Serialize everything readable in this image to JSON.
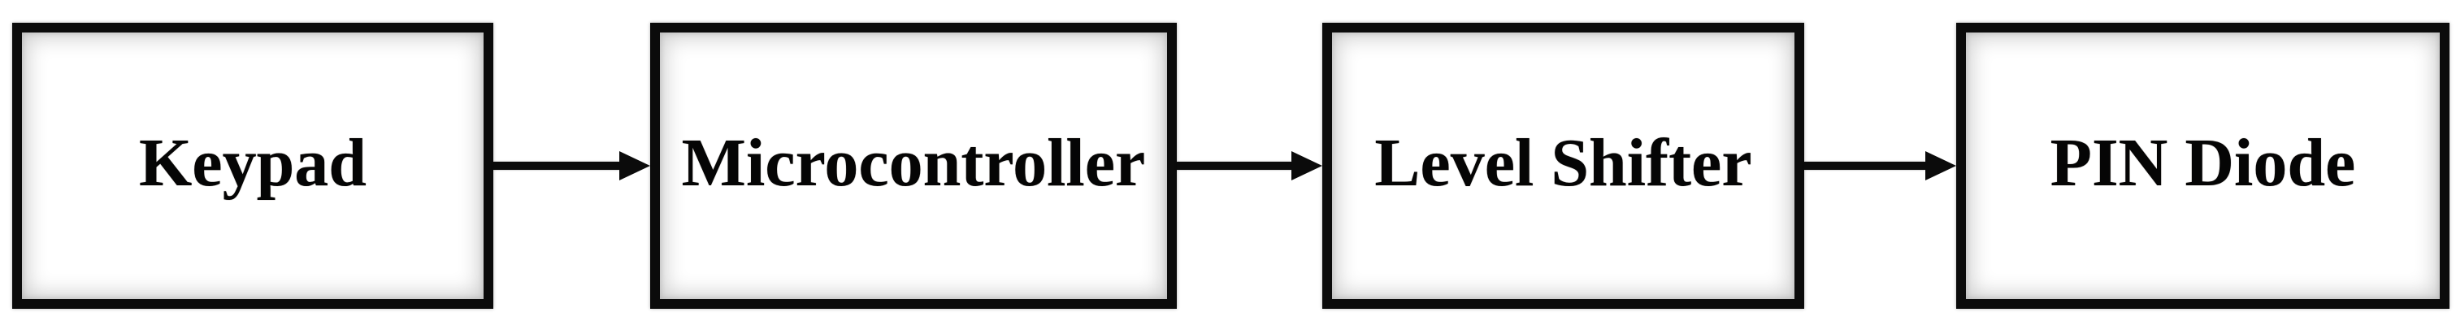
{
  "diagram": {
    "type": "block-flow-diagram",
    "direction": "left-to-right",
    "blocks": [
      {
        "id": "keypad",
        "label": "Keypad"
      },
      {
        "id": "microcontroller",
        "label": "Microcontroller"
      },
      {
        "id": "level-shifter",
        "label": "Level Shifter"
      },
      {
        "id": "pin-diode",
        "label": "PIN Diode"
      }
    ],
    "connections": [
      {
        "from": "keypad",
        "to": "microcontroller",
        "style": "solid-arrow"
      },
      {
        "from": "microcontroller",
        "to": "level-shifter",
        "style": "solid-arrow"
      },
      {
        "from": "level-shifter",
        "to": "pin-diode",
        "style": "solid-arrow"
      }
    ],
    "colors": {
      "background": "#ffffff",
      "block_fill": "#ffffff",
      "block_border": "#0b0b0b",
      "text": "#050505",
      "arrow": "#0b0b0b"
    }
  }
}
